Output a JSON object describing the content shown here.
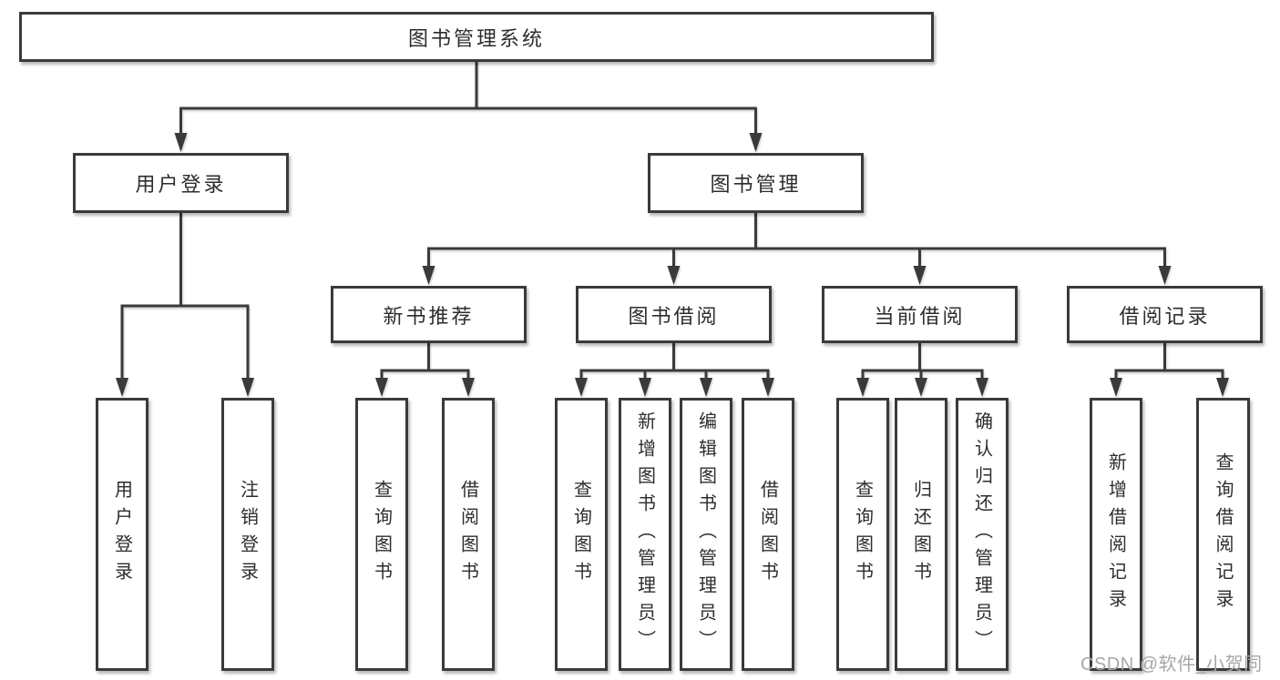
{
  "colors": {
    "line": "#3a3a3a",
    "text": "#2d2d2d",
    "box_bg": "#ffffff",
    "watermark": "#a4a7ab"
  },
  "watermark": {
    "text": "CSDN @软件_小贺同学"
  },
  "tree": {
    "label": "图书管理系统",
    "children": [
      {
        "label": "用户登录",
        "children": [
          {
            "label": "用户登录"
          },
          {
            "label": "注销登录"
          }
        ]
      },
      {
        "label": "图书管理",
        "children": [
          {
            "label": "新书推荐",
            "children": [
              {
                "label": "查询图书"
              },
              {
                "label": "借阅图书"
              }
            ]
          },
          {
            "label": "图书借阅",
            "children": [
              {
                "label": "查询图书"
              },
              {
                "label": "新增图书（管理员）"
              },
              {
                "label": "编辑图书（管理员）"
              },
              {
                "label": "借阅图书"
              }
            ]
          },
          {
            "label": "当前借阅",
            "children": [
              {
                "label": "查询图书"
              },
              {
                "label": "归还图书"
              },
              {
                "label": "确认归还（管理员）"
              }
            ]
          },
          {
            "label": "借阅记录",
            "children": [
              {
                "label": "新增借阅记录"
              },
              {
                "label": "查询借阅记录"
              }
            ]
          }
        ]
      }
    ]
  }
}
